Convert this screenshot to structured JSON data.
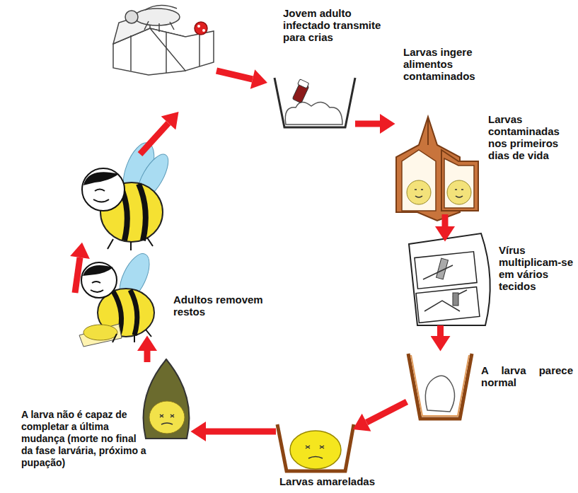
{
  "diagram": {
    "nodes": [
      {
        "text": [
          "Jovem adulto infectado transmite para crias"
        ]
      },
      {
        "text": [
          "Larvas contaminadas nos primeiros dias de vida"
        ]
      },
      {
        "text": [
          "Vírus multiplicam-se em vários tecidos"
        ]
      },
      {
        "text": [
          "A larva parece normal"
        ]
      },
      {
        "text": [
          "Larvas amareladas"
        ]
      },
      {
        "text": [
          "A larva não é capaz de completar a última mudança (morte no final da fase larvária, próximo a pupação)"
        ]
      },
      {
        "text": [
          "Adultos removem restos"
        ]
      }
    ],
    "edges": [
      {
        "from": 0,
        "to": 1,
        "arrow": "to",
        "label": "Larvas ingere alimentos contaminados"
      },
      {
        "from": 1,
        "to": 2,
        "arrow": "to"
      },
      {
        "from": 2,
        "to": 3,
        "arrow": "to"
      },
      {
        "from": 3,
        "to": 4,
        "arrow": "to"
      },
      {
        "from": 4,
        "to": 5,
        "arrow": "to"
      },
      {
        "from": 5,
        "to": 6,
        "arrow": "to"
      }
    ]
  }
}
